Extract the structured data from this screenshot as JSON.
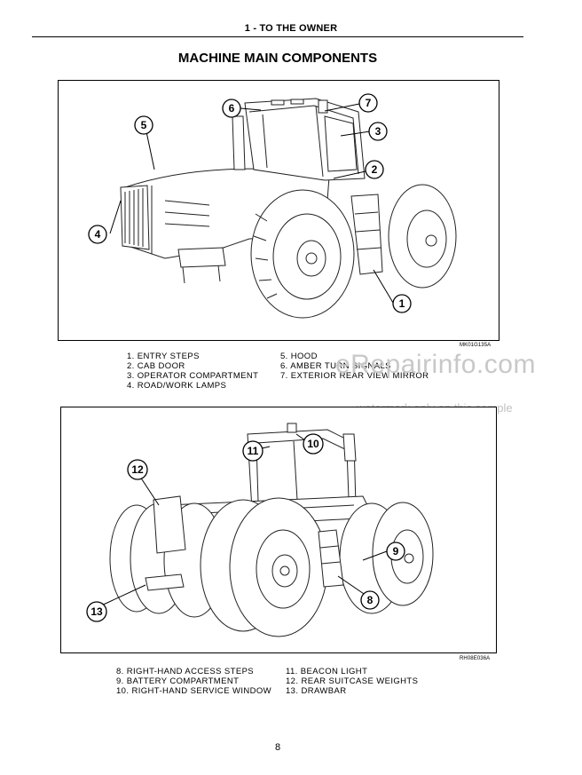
{
  "header": {
    "section": "1 - TO THE OWNER",
    "title": "MACHINE MAIN COMPONENTS"
  },
  "figure1": {
    "code": "MK01G135A",
    "callouts": [
      "1",
      "2",
      "3",
      "4",
      "5",
      "6",
      "7"
    ],
    "legend_left": [
      "1.  ENTRY STEPS",
      "2.  CAB DOOR",
      "3.  OPERATOR COMPARTMENT",
      "4.  ROAD/WORK LAMPS"
    ],
    "legend_right": [
      "5.  HOOD",
      "6.  AMBER TURN SIGNALS",
      "7.  EXTERIOR REAR VIEW MIRROR"
    ]
  },
  "figure2": {
    "code": "RH08E036A",
    "callouts": [
      "8",
      "9",
      "10",
      "11",
      "12",
      "13"
    ],
    "legend_left": [
      "8.  RIGHT-HAND ACCESS STEPS",
      "9.  BATTERY COMPARTMENT",
      "10.  RIGHT-HAND SERVICE WINDOW"
    ],
    "legend_right": [
      "11.  BEACON LIGHT",
      "12.  REAR SUITCASE WEIGHTS",
      "13.  DRAWBAR"
    ]
  },
  "watermark": {
    "brand": "eRepairinfo.com",
    "note": "watermark only on this sample"
  },
  "footer": {
    "page_number": "8"
  }
}
